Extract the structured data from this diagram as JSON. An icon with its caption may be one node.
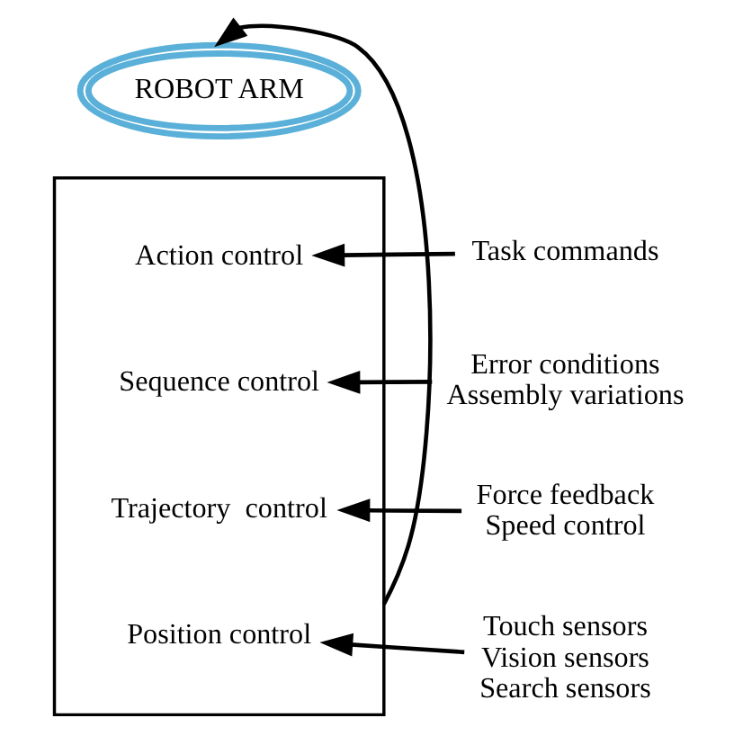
{
  "diagram": {
    "nodes": [
      {
        "text": [],
        "shape": "box"
      },
      {
        "text": [
          "Action control"
        ],
        "in": 0
      },
      {
        "text": [
          "Sequence control"
        ],
        "in": 0
      },
      {
        "text": [
          "Trajectory  control"
        ],
        "in": 0
      },
      {
        "text": [
          "Position control"
        ],
        "in": 0
      },
      {
        "text": [
          "Task commands"
        ]
      },
      {
        "text": [
          "Error conditions",
          "Assembly variations"
        ]
      },
      {
        "text": [
          "Force feedback",
          "Speed control"
        ]
      },
      {
        "text": [
          "Touch sensors",
          "Vision sensors",
          "Search sensors"
        ]
      },
      {
        "text": [
          "ROBOT ARM"
        ]
      }
    ],
    "edges": [
      {
        "from": 5,
        "to": 1,
        "arrow": "to"
      },
      {
        "from": 6,
        "to": 2,
        "arrow": "to"
      },
      {
        "from": 7,
        "to": 3,
        "arrow": "to"
      },
      {
        "from": 8,
        "to": 4,
        "arrow": "to"
      },
      {
        "from": 0,
        "to": 9,
        "arrow": "to"
      }
    ]
  }
}
